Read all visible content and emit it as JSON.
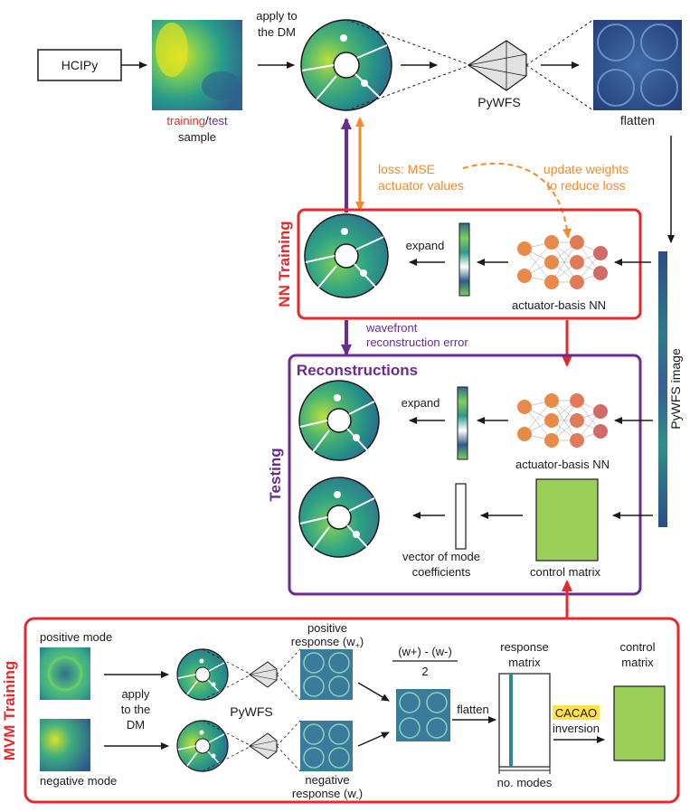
{
  "colors": {
    "red": "#e8282b",
    "purple": "#6a2c91",
    "orange": "#f28c28",
    "green": "#9bcf5a",
    "yellow_highlight": "#ffe14a",
    "viridis_dark": "#2b5d8c",
    "viridis_mid": "#2c9a8a",
    "viridis_light": "#7ccf5e",
    "viridis_yellow": "#e3e41f",
    "nn_node": "#e07b5a"
  },
  "top": {
    "hcipy": "HCIPy",
    "sample_training": "training",
    "sample_slash": "/",
    "sample_test": "test",
    "sample": "sample",
    "apply_line1": "apply to",
    "apply_line2": "the DM",
    "pywfs": "PyWFS",
    "flatten": "flatten"
  },
  "feedback": {
    "loss_line1": "loss: MSE",
    "loss_line2": "actuator values",
    "update_line1": "update weights",
    "update_line2": "to reduce loss"
  },
  "nn_training": {
    "title": "NN Training",
    "expand": "expand",
    "nn_label": "actuator-basis NN"
  },
  "pywfs_image": "PyWFS image",
  "wavefront_error_line1": "wavefront",
  "wavefront_error_line2": "reconstruction error",
  "testing": {
    "title": "Testing",
    "reconstructions": "Reconstructions",
    "expand": "expand",
    "nn_label": "actuator-basis NN",
    "vector_line1": "vector of mode",
    "vector_line2": "coefficients",
    "control_matrix": "control matrix"
  },
  "mvm": {
    "title": "MVM Training",
    "positive_mode": "positive mode",
    "negative_mode": "negative mode",
    "apply_line1": "apply",
    "apply_line2": "to the",
    "apply_line3": "DM",
    "pywfs": "PyWFS",
    "pos_resp_line1": "positive",
    "pos_resp_line2": "response (w",
    "pos_resp_sub": "+",
    "pos_resp_close": ")",
    "neg_resp_line1": "negative",
    "neg_resp_line2": "response (w",
    "neg_resp_sub": "-",
    "neg_resp_close": ")",
    "formula_num": "(w+) - (w-)",
    "formula_den": "2",
    "flatten": "flatten",
    "response_line1": "response",
    "response_line2": "matrix",
    "no_modes": "no. modes",
    "cacao": "CACAO",
    "inversion": "inversion",
    "control_line1": "control",
    "control_line2": "matrix"
  }
}
